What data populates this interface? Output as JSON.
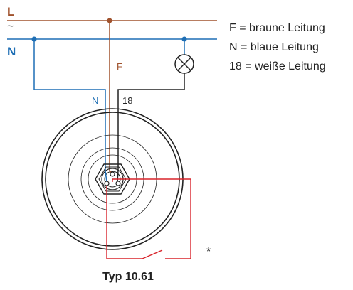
{
  "lines": {
    "L": {
      "label": "L",
      "color": "#a0522d"
    },
    "tilde": {
      "label": "~",
      "color": "#555555"
    },
    "N": {
      "label": "N",
      "color": "#1f6fb5"
    }
  },
  "wires": {
    "F": "F",
    "N": "N",
    "w18": "18"
  },
  "legend": [
    "F = braune Leitung",
    "N = blaue Leitung",
    "18 = weiße Leitung"
  ],
  "asterisk": "*",
  "caption": "Typ 10.61",
  "colors": {
    "brown": "#a0522d",
    "blue": "#1f6fb5",
    "black": "#222222",
    "red": "#d8232a",
    "text": "#222222"
  }
}
